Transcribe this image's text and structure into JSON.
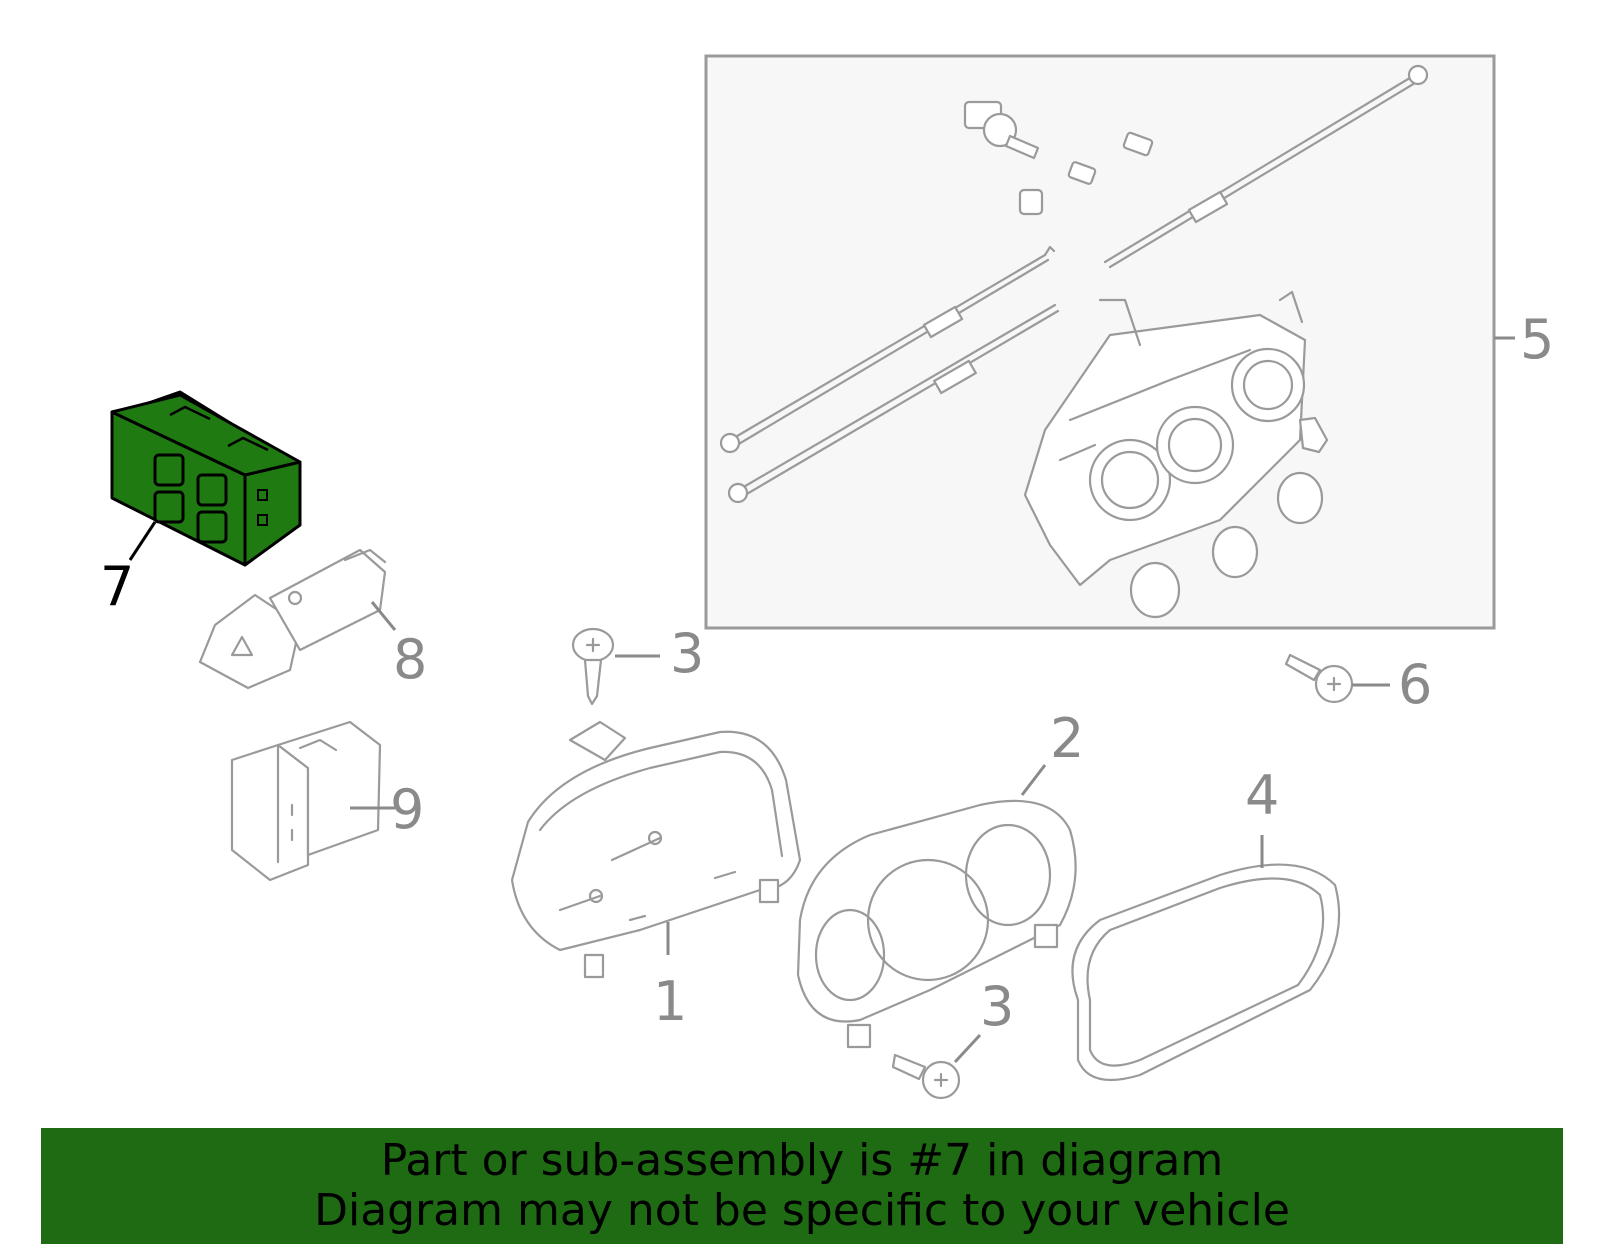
{
  "callouts": [
    {
      "id": "1",
      "label": "1"
    },
    {
      "id": "2",
      "label": "2"
    },
    {
      "id": "3a",
      "label": "3"
    },
    {
      "id": "3b",
      "label": "3"
    },
    {
      "id": "4",
      "label": "4"
    },
    {
      "id": "5",
      "label": "5"
    },
    {
      "id": "6",
      "label": "6"
    },
    {
      "id": "7",
      "label": "7"
    },
    {
      "id": "8",
      "label": "8"
    },
    {
      "id": "9",
      "label": "9"
    }
  ],
  "highlighted_part": "7",
  "colors": {
    "highlight": "#1f7a12",
    "banner": "#1f6b14",
    "line": "#9a9a9a",
    "inset_bg": "#f7f7f7"
  },
  "banner": {
    "line1": "Part or sub-assembly is #7 in diagram",
    "line2": "Diagram may not be specific to your vehicle"
  }
}
